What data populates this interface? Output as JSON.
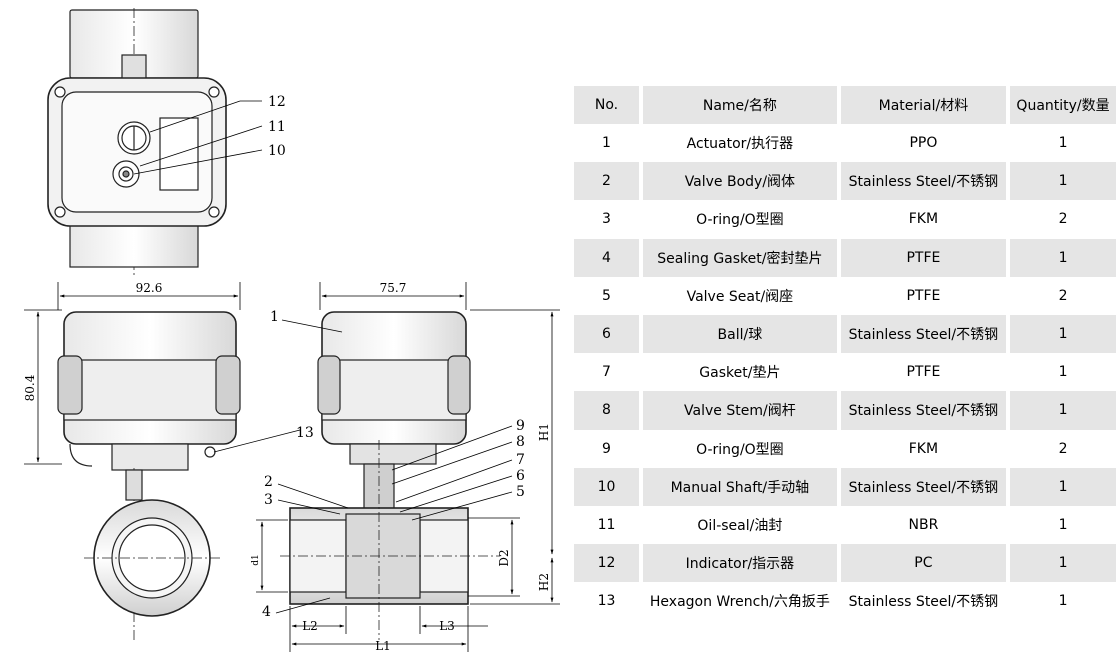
{
  "table": {
    "headers": [
      "No.",
      "Name/名称",
      "Material/材料",
      "Quantity/数量"
    ],
    "rows": [
      {
        "no": "1",
        "name": "Actuator/执行器",
        "material": "PPO",
        "qty": "1"
      },
      {
        "no": "2",
        "name": "Valve Body/阀体",
        "material": "Stainless Steel/不锈钢",
        "qty": "1"
      },
      {
        "no": "3",
        "name": "O-ring/O型圈",
        "material": "FKM",
        "qty": "2"
      },
      {
        "no": "4",
        "name": "Sealing Gasket/密封垫片",
        "material": "PTFE",
        "qty": "1"
      },
      {
        "no": "5",
        "name": "Valve Seat/阀座",
        "material": "PTFE",
        "qty": "2"
      },
      {
        "no": "6",
        "name": "Ball/球",
        "material": "Stainless Steel/不锈钢",
        "qty": "1"
      },
      {
        "no": "7",
        "name": "Gasket/垫片",
        "material": "PTFE",
        "qty": "1"
      },
      {
        "no": "8",
        "name": "Valve Stem/阀杆",
        "material": "Stainless Steel/不锈钢",
        "qty": "1"
      },
      {
        "no": "9",
        "name": "O-ring/O型圈",
        "material": "FKM",
        "qty": "2"
      },
      {
        "no": "10",
        "name": "Manual Shaft/手动轴",
        "material": "Stainless Steel/不锈钢",
        "qty": "1"
      },
      {
        "no": "11",
        "name": "Oil-seal/油封",
        "material": "NBR",
        "qty": "1"
      },
      {
        "no": "12",
        "name": "Indicator/指示器",
        "material": "PC",
        "qty": "1"
      },
      {
        "no": "13",
        "name": "Hexagon Wrench/六角扳手",
        "material": "Stainless Steel/不锈钢",
        "qty": "1"
      }
    ]
  },
  "drawing": {
    "dimensions": {
      "width_side": "92.6",
      "width_front": "75.7",
      "height": "80.4",
      "h1": "H1",
      "h2": "H2",
      "d2": "D2",
      "d1": "d1",
      "l1": "L1",
      "l2": "L2",
      "l3": "L3"
    },
    "callouts": {
      "c1": "1",
      "c2": "2",
      "c3": "3",
      "c4": "4",
      "c5": "5",
      "c6": "6",
      "c7": "7",
      "c8": "8",
      "c9": "9",
      "c10": "10",
      "c11": "11",
      "c12": "12",
      "c13": "13"
    }
  }
}
